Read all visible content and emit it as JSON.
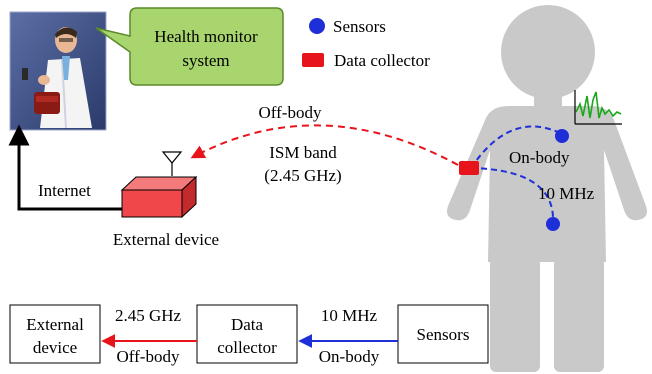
{
  "colors": {
    "sensor": "#1f2fd8",
    "collector": "#e8141c",
    "callout": "#a8d56e",
    "body": "#c9c9c9",
    "offbody_link": "#e8141c",
    "onbody_link": "#1f2fd8",
    "ecg": "#1aa81a",
    "device_box": "#f0484a"
  },
  "callout": {
    "line1": "Health monitor",
    "line2": "system"
  },
  "legend": {
    "sensors": "Sensors",
    "collector": "Data collector"
  },
  "diagram": {
    "offbody": "Off-body",
    "ism_band": "ISM band",
    "ism_freq": "(2.45 GHz)",
    "onbody": "On-body",
    "onbody_freq": "10 MHz",
    "internet": "Internet",
    "external_device": "External device"
  },
  "flow": {
    "external_line1": "External",
    "external_line2": "device",
    "collector_line1": "Data",
    "collector_line2": "collector",
    "sensors": "Sensors",
    "off_freq": "2.45 GHz",
    "off_label": "Off-body",
    "on_freq": "10 MHz",
    "on_label": "On-body"
  },
  "icons": [
    "doctor-image",
    "antenna-icon",
    "ecg-wave-icon"
  ]
}
